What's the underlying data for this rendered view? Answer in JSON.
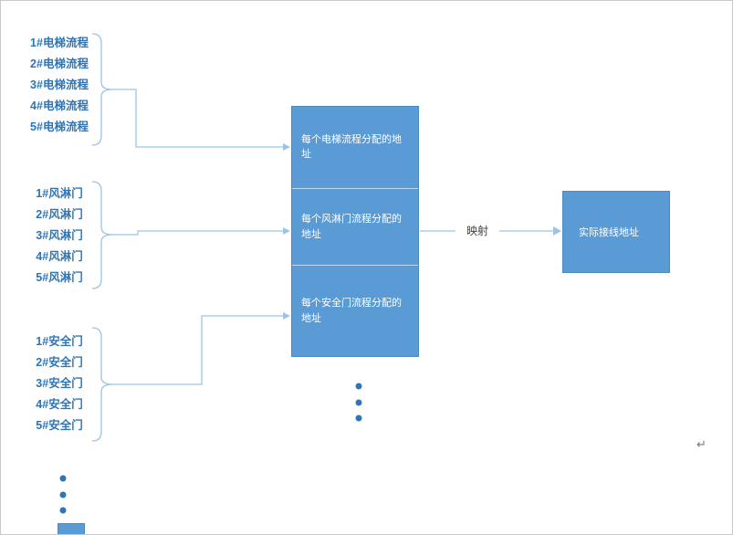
{
  "colors": {
    "box_fill": "#5B9BD5",
    "box_border": "#4A8BC2",
    "connector": "#9DC3E6",
    "list_text": "#2E75B6",
    "dot": "#2E75B6",
    "label_text": "#404040"
  },
  "groups": [
    {
      "name": "elevator-processes",
      "items": [
        "1#电梯流程",
        "2#电梯流程",
        "3#电梯流程",
        "4#电梯流程",
        "5#电梯流程"
      ]
    },
    {
      "name": "air-shower-doors",
      "items": [
        "1#风淋门",
        "2#风淋门",
        "3#风淋门",
        "4#风淋门",
        "5#风淋门"
      ]
    },
    {
      "name": "safety-doors",
      "items": [
        "1#安全门",
        "2#安全门",
        "3#安全门",
        "4#安全门",
        "5#安全门"
      ]
    }
  ],
  "center_box": {
    "cells": [
      "每个电梯流程分配的地址",
      "每个风淋门流程分配的地址",
      "每个安全门流程分配的地址"
    ]
  },
  "mapping_label": "映射",
  "right_box": {
    "label": "实际接线地址"
  },
  "return_mark": "↵"
}
